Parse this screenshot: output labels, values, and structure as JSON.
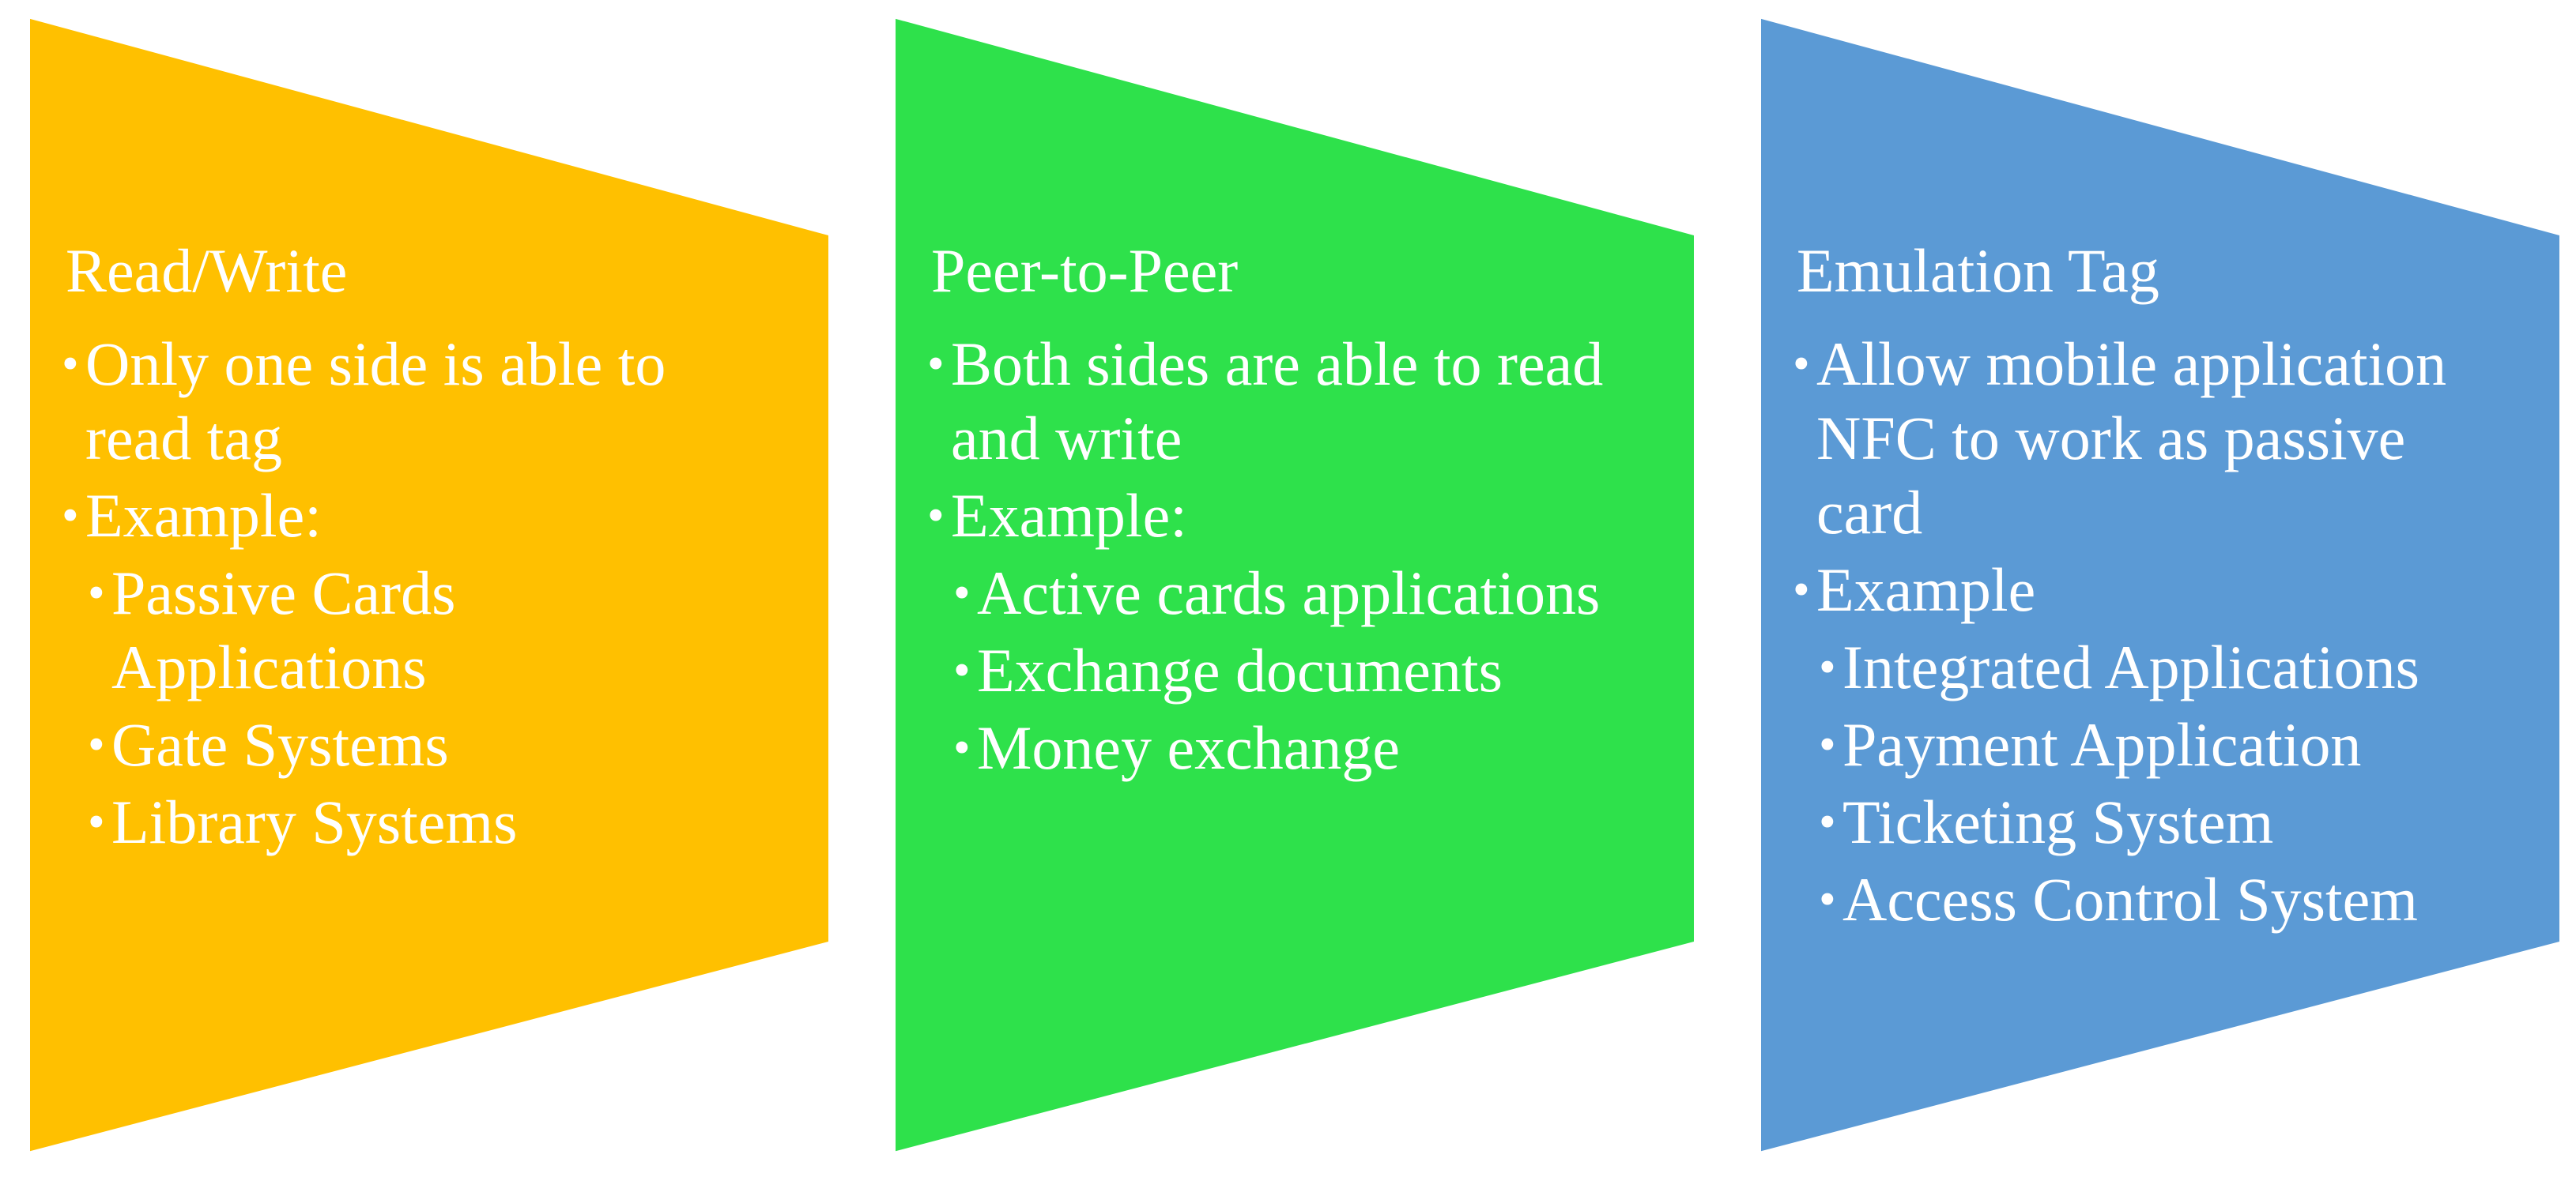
{
  "canvas": {
    "background": "#FFFFFF",
    "text_color": "#FFFFFF"
  },
  "bullet_glyph": "•",
  "columns": [
    {
      "id": "read-write",
      "color": "#FFC000",
      "title": "Read/Write",
      "bullets": [
        {
          "level": 1,
          "lines": [
            "Only one side is able to",
            "read tag"
          ]
        },
        {
          "level": 1,
          "lines": [
            "Example:"
          ]
        },
        {
          "level": 2,
          "lines": [
            "Passive Cards",
            "Applications"
          ]
        },
        {
          "level": 2,
          "lines": [
            "Gate Systems"
          ]
        },
        {
          "level": 2,
          "lines": [
            "Library Systems"
          ]
        }
      ]
    },
    {
      "id": "peer-to-peer",
      "color": "#2EE14B",
      "title": "Peer-to-Peer",
      "bullets": [
        {
          "level": 1,
          "lines": [
            "Both sides are able to read",
            "and write"
          ]
        },
        {
          "level": 1,
          "lines": [
            "Example:"
          ]
        },
        {
          "level": 2,
          "lines": [
            "Active cards applications"
          ]
        },
        {
          "level": 2,
          "lines": [
            "Exchange documents"
          ]
        },
        {
          "level": 2,
          "lines": [
            "Money exchange"
          ]
        }
      ]
    },
    {
      "id": "emulation-tag",
      "color": "#5B9AD5",
      "title": "Emulation Tag",
      "bullets": [
        {
          "level": 1,
          "lines": [
            "Allow mobile application",
            "NFC to work as passive",
            "card"
          ]
        },
        {
          "level": 1,
          "lines": [
            "Example"
          ]
        },
        {
          "level": 2,
          "lines": [
            "Integrated Applications"
          ]
        },
        {
          "level": 2,
          "lines": [
            "Payment Application"
          ]
        },
        {
          "level": 2,
          "lines": [
            "Ticketing System"
          ]
        },
        {
          "level": 2,
          "lines": [
            "Access Control System"
          ]
        }
      ]
    }
  ]
}
